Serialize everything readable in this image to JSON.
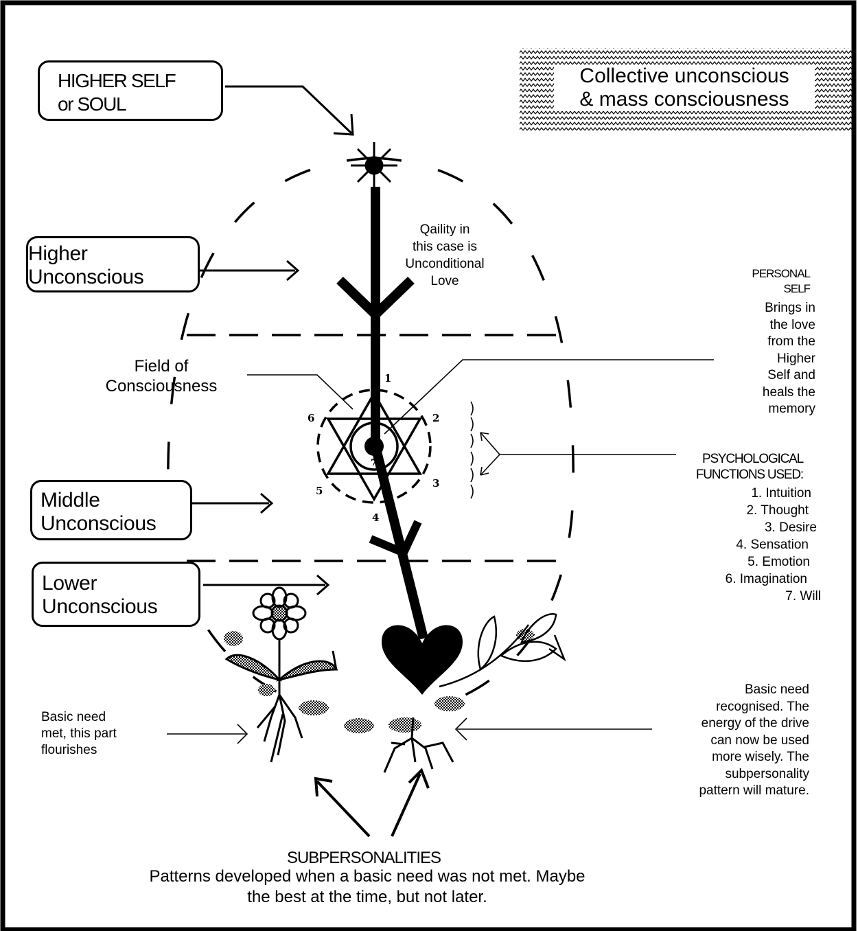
{
  "labels": {
    "higher_self": "HIGHER SELF\nor SOUL",
    "collective": "Collective unconscious\n& mass consciousness",
    "higher_unconscious": "Higher\nUnconscious",
    "middle_unconscious": "Middle\nUnconscious",
    "lower_unconscious": "Lower\nUnconscious",
    "quality": "Qaility in\nthis case is\nUnconditional\nLove",
    "personal_self_title": "PERSONAL\nSELF",
    "personal_self_text": "Brings in\nthe love\nfrom the\nHigher\nSelf and\nheals the\nmemory",
    "field": "Field of\nConsciousness",
    "psych_title": "PSYCHOLOGICAL\nFUNCTIONS USED:",
    "psych_functions": [
      "1.  Intuition",
      "2. Thought",
      "3. Desire",
      "4. Sensation",
      "5. Emotion",
      "6. Imagination",
      "7.  Will"
    ],
    "star_numbers": [
      "1",
      "2",
      "3",
      "4",
      "5",
      "6",
      "7"
    ],
    "left_need": "Basic need\nmet, this part\nflourishes",
    "right_need": "Basic need\nrecognised. The\nenergy of the drive\ncan now be used\nmore wisely.  The\nsubpersonality\npattern will mature.",
    "subpersonalities_title": "SUBPERSONALITIES",
    "subpersonalities_text": "Patterns developed when a basic need was not met. Maybe\nthe best at the time, but not later."
  },
  "colors": {
    "ink": "#000000",
    "paper": "#ffffff"
  }
}
